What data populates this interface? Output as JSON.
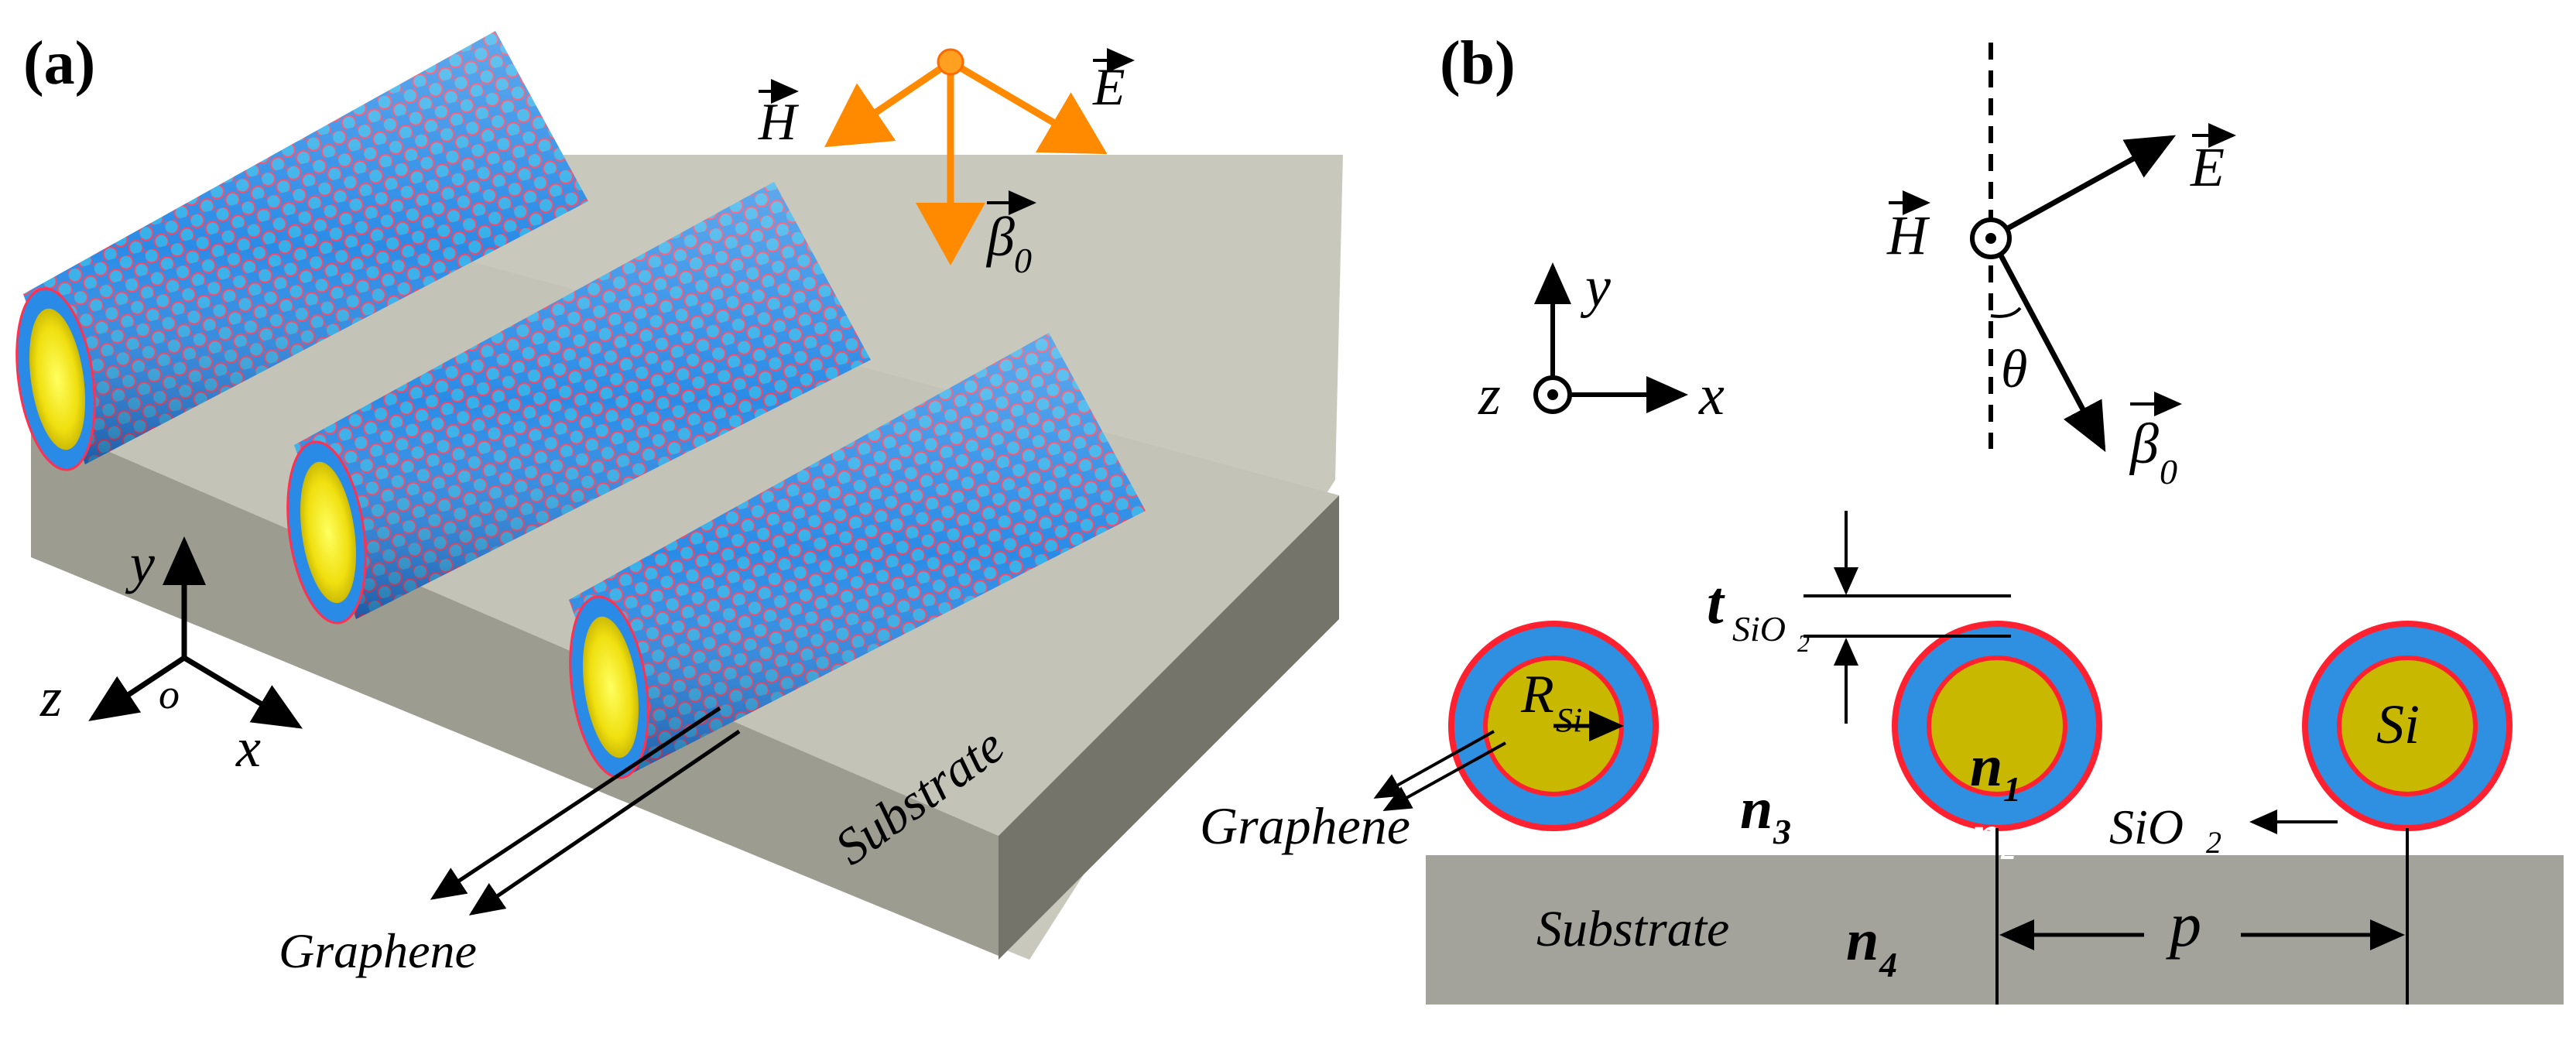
{
  "panels": {
    "a": {
      "label": "(a)",
      "field_labels": {
        "H": "H",
        "E": "E",
        "beta": "β",
        "beta_sub": "0"
      },
      "axes": {
        "y": "y",
        "z": "z",
        "x": "x",
        "origin": "o"
      },
      "substrate_label": "Substrate",
      "graphene_label": "Graphene"
    },
    "b": {
      "label": "(b)",
      "field_labels": {
        "H": "H",
        "E": "E",
        "beta": "β",
        "beta_sub": "0",
        "theta": "θ"
      },
      "axes": {
        "y": "y",
        "z": "z",
        "x": "x"
      },
      "t_label": "t",
      "t_sub": "SiO",
      "t_sub2": "2",
      "r_label": "R",
      "r_sub": "Si",
      "si_label": "Si",
      "sio2_label": "SiO",
      "sio2_sub": "2",
      "graphene_label": "Graphene",
      "n1": "n",
      "n1_sub": "1",
      "n2": "n",
      "n2_sub": "2",
      "n3": "n",
      "n3_sub": "3",
      "n4": "n",
      "n4_sub": "4",
      "p_label": "p",
      "substrate_label": "Substrate"
    }
  },
  "colors": {
    "core": "#c8b800",
    "shell": "#2f8fe0",
    "graphene": "#ff2030",
    "substrate_b": "#a3a39b",
    "substrate_top": "#c9c8bd",
    "substrate_front": "#9c9b90",
    "substrate_side": "#74746b",
    "arrow_orange": "#ff8a00"
  }
}
